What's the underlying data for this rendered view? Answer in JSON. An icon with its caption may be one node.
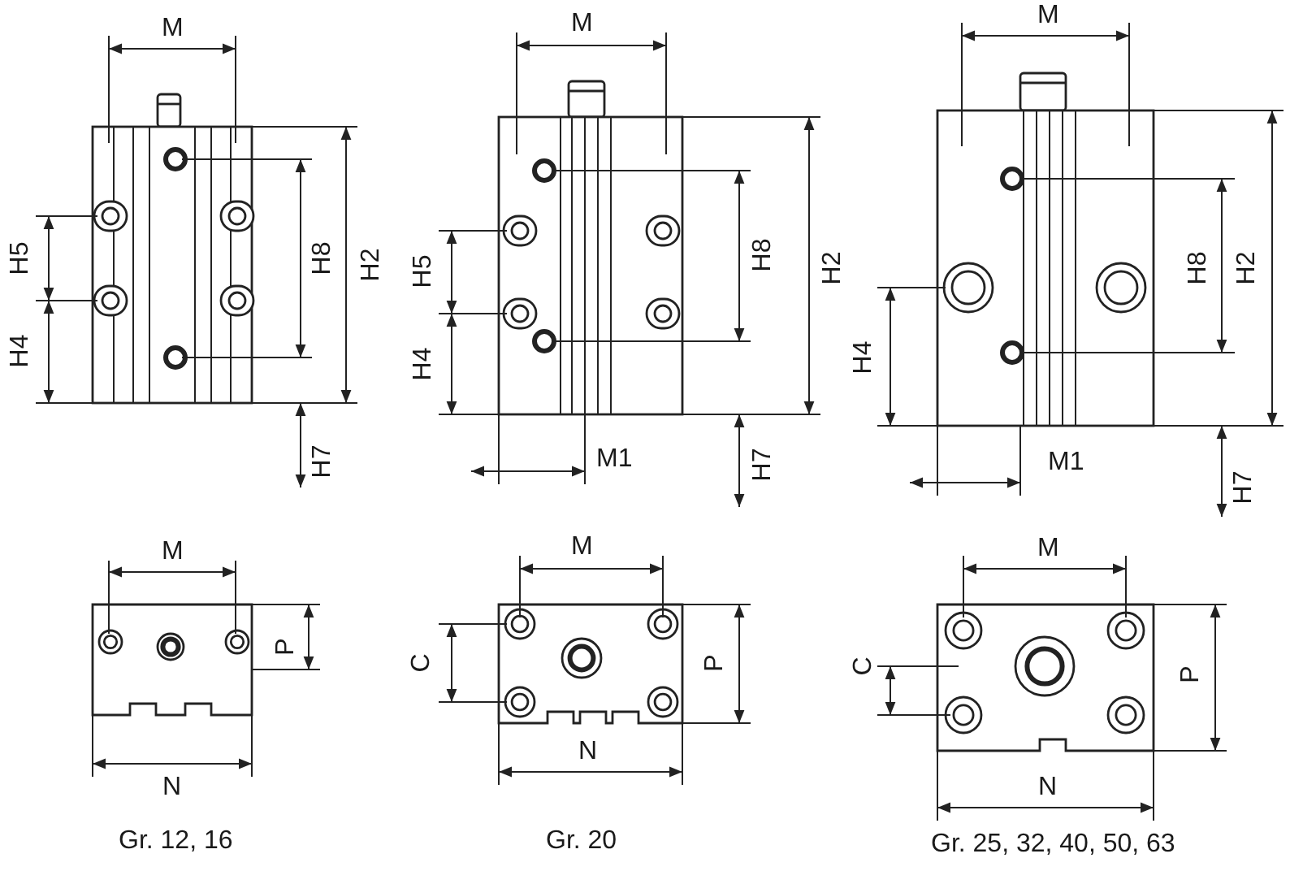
{
  "diagram": {
    "labels": [
      "M",
      "H5",
      "H8",
      "H2",
      "H4",
      "H7",
      "M",
      "H5",
      "H8",
      "H2",
      "H4",
      "M1",
      "H7",
      "M",
      "H8",
      "H2",
      "H4",
      "M1",
      "H7",
      "M",
      "P",
      "N",
      "Gr. 12, 16",
      "M",
      "C",
      "P",
      "N",
      "Gr. 20",
      "M",
      "C",
      "P",
      "N",
      "Gr. 25, 32, 40, 50, 63"
    ]
  }
}
